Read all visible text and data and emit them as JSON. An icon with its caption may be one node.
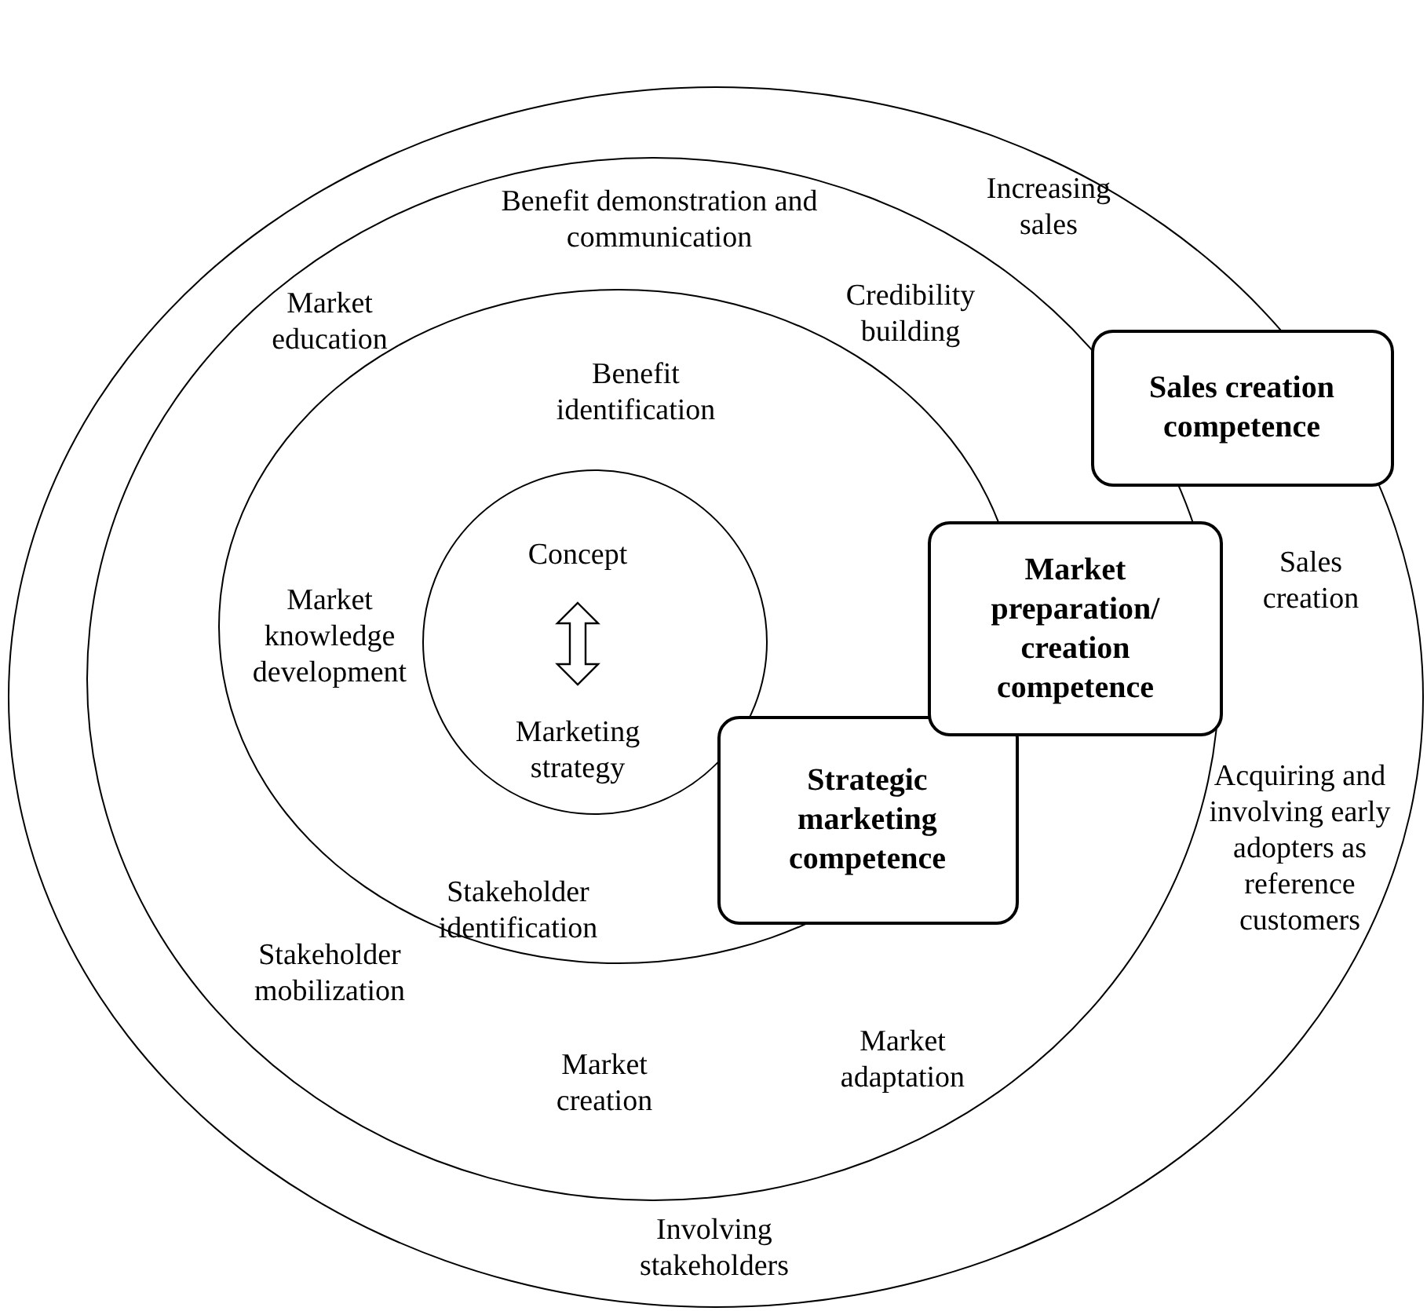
{
  "diagram": {
    "nodes": [
      {
        "text": [],
        "shape": "circle"
      },
      {
        "text": [],
        "shape": "circle",
        "in": 0
      },
      {
        "text": [],
        "shape": "circle",
        "in": 1
      },
      {
        "text": [
          "Concept",
          "Marketing strategy"
        ],
        "in": 2
      },
      {
        "text": [
          "Sales creation competence"
        ],
        "in": 0
      },
      {
        "text": [
          "Market preparation/ creation competence"
        ],
        "in": 1
      },
      {
        "text": [
          "Strategic marketing competence"
        ],
        "in": 2
      }
    ],
    "edges": [],
    "labels": [
      "Increasing sales",
      "Benefit demonstration and communication",
      "Market education",
      "Credibility building",
      "Benefit identification",
      "Sales creation",
      "Market knowledge development",
      "Acquiring and involving early adopters as reference customers",
      "Stakeholder identification",
      "Stakeholder mobilization",
      "Market adaptation",
      "Market creation",
      "Involving stakeholders"
    ]
  }
}
